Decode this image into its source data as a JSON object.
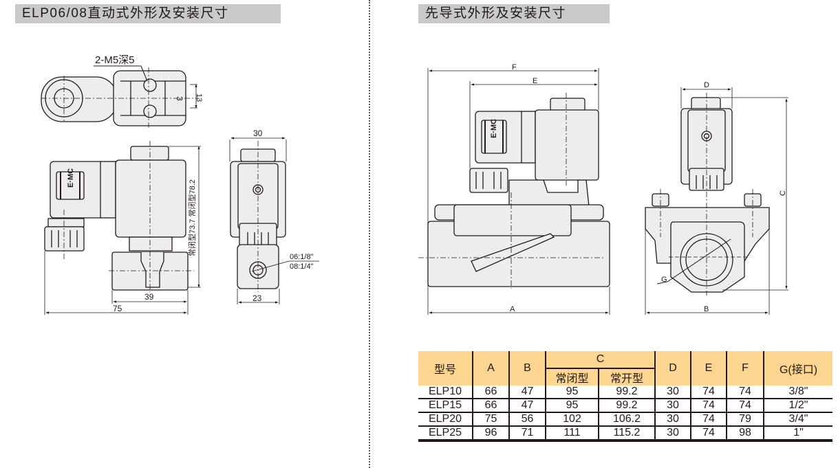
{
  "left_section": {
    "title": "ELP06/08直动式外形及安装尺寸",
    "top_view": {
      "thread_label": "2-M5深5",
      "dim_inner": "3",
      "dim_outer": "13"
    },
    "front_view": {
      "logo": "E·MC",
      "height_label": "常闭型73.7 常闭型78.2",
      "width_body": "39",
      "width_total": "75"
    },
    "side_view": {
      "width_top": "30",
      "width_bottom": "23",
      "port_06": "06:1/8\"",
      "port_08": "08:1/4\""
    }
  },
  "right_section": {
    "title": "先导式外形及安装尺寸",
    "front_view": {
      "logo": "E·MC",
      "dim_F": "F",
      "dim_E": "E",
      "dim_A": "A"
    },
    "side_view": {
      "dim_D": "D",
      "dim_C": "C",
      "dim_B": "B",
      "dim_G": "G"
    },
    "table": {
      "headers": {
        "model": "型号",
        "A": "A",
        "B": "B",
        "C": "C",
        "C_nc": "常闭型",
        "C_no": "常开型",
        "D": "D",
        "E": "E",
        "F": "F",
        "G": "G(接口)"
      },
      "rows": [
        {
          "model": "ELP10",
          "A": "66",
          "B": "47",
          "C_nc": "95",
          "C_no": "99.2",
          "D": "30",
          "E": "74",
          "F": "74",
          "G": "3/8\""
        },
        {
          "model": "ELP15",
          "A": "66",
          "B": "47",
          "C_nc": "95",
          "C_no": "99.2",
          "D": "30",
          "E": "74",
          "F": "74",
          "G": "1/2\""
        },
        {
          "model": "ELP20",
          "A": "75",
          "B": "56",
          "C_nc": "102",
          "C_no": "106.2",
          "D": "30",
          "E": "74",
          "F": "79",
          "G": "3/4\""
        },
        {
          "model": "ELP25",
          "A": "96",
          "B": "71",
          "C_nc": "111",
          "C_no": "115.2",
          "D": "30",
          "E": "74",
          "F": "98",
          "G": "1\""
        }
      ]
    }
  },
  "colors": {
    "title_bg": "#c9c9c9",
    "table_header_bg": "#fcd690",
    "line": "#231815",
    "body_fill": "#ededed"
  }
}
